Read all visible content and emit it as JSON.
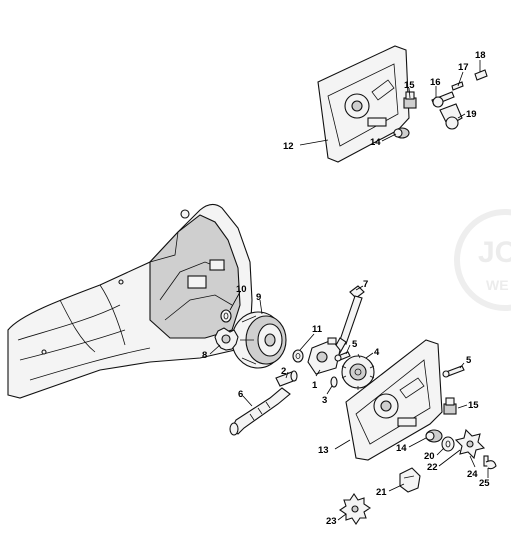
{
  "callouts": [
    {
      "id": "c1",
      "text": "1"
    },
    {
      "id": "c2",
      "text": "2"
    },
    {
      "id": "c3",
      "text": "3"
    },
    {
      "id": "c4",
      "text": "4"
    },
    {
      "id": "c5a",
      "text": "5"
    },
    {
      "id": "c5b",
      "text": "5"
    },
    {
      "id": "c6",
      "text": "6"
    },
    {
      "id": "c7",
      "text": "7"
    },
    {
      "id": "c8",
      "text": "8"
    },
    {
      "id": "c9",
      "text": "9"
    },
    {
      "id": "c10",
      "text": "10"
    },
    {
      "id": "c11",
      "text": "11"
    },
    {
      "id": "c12",
      "text": "12"
    },
    {
      "id": "c13",
      "text": "13"
    },
    {
      "id": "c14a",
      "text": "14"
    },
    {
      "id": "c14b",
      "text": "14"
    },
    {
      "id": "c15a",
      "text": "15"
    },
    {
      "id": "c15b",
      "text": "15"
    },
    {
      "id": "c16",
      "text": "16"
    },
    {
      "id": "c17",
      "text": "17"
    },
    {
      "id": "c18",
      "text": "18"
    },
    {
      "id": "c19",
      "text": "19"
    },
    {
      "id": "c20",
      "text": "20"
    },
    {
      "id": "c21",
      "text": "21"
    },
    {
      "id": "c22",
      "text": "22"
    },
    {
      "id": "c23",
      "text": "23"
    },
    {
      "id": "c24",
      "text": "24"
    },
    {
      "id": "c25",
      "text": "25"
    }
  ],
  "watermark": {
    "text": "JO",
    "subtext": "WE"
  }
}
